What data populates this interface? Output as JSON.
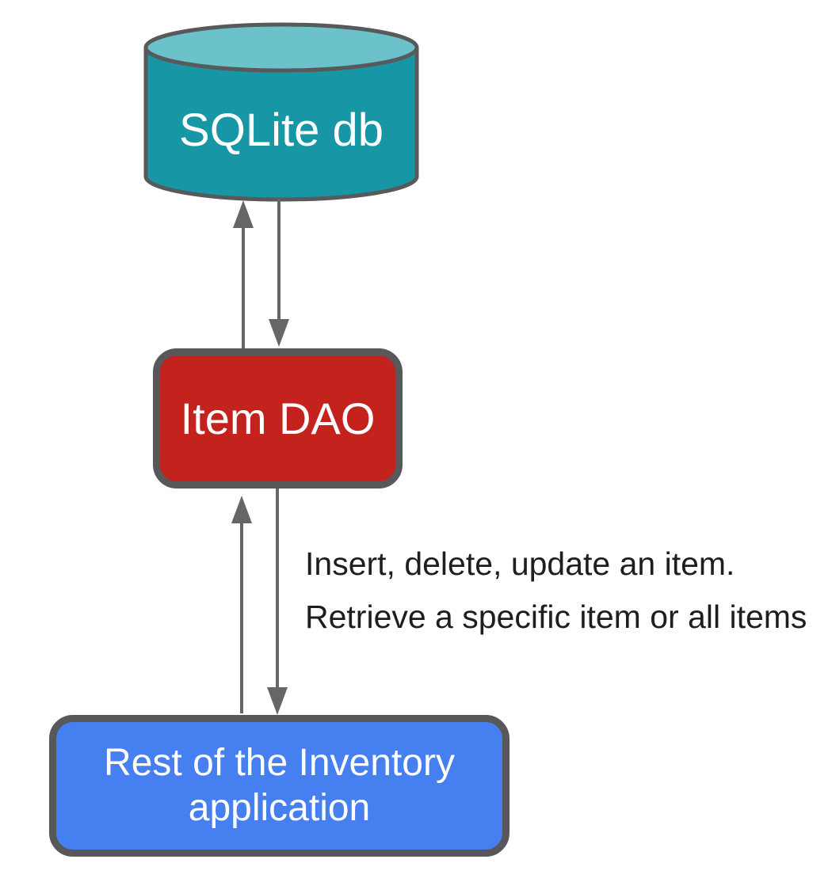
{
  "diagram": {
    "background_color": "#ffffff",
    "nodes": [
      {
        "id": "sqlite-db",
        "type": "cylinder",
        "label": "SQLite db",
        "body_fill": "#1797A6",
        "top_fill": "#6BC2CB",
        "stroke": "#58595B",
        "text_color": "#FFFFFF"
      },
      {
        "id": "item-dao",
        "type": "rounded-rectangle",
        "label": "Item DAO",
        "fill": "#C3221D",
        "stroke": "#58585B",
        "text_color": "#FFFFFF"
      },
      {
        "id": "inventory-app",
        "type": "rounded-rectangle",
        "label": "Rest of the Inventory application",
        "fill": "#467FEF",
        "stroke": "#58585B",
        "text_color": "#FFFFFF"
      }
    ],
    "edges": [
      {
        "from": "item-dao",
        "to": "sqlite-db",
        "direction": "up"
      },
      {
        "from": "sqlite-db",
        "to": "item-dao",
        "direction": "down"
      },
      {
        "from": "inventory-app",
        "to": "item-dao",
        "direction": "up"
      },
      {
        "from": "item-dao",
        "to": "inventory-app",
        "direction": "down"
      }
    ],
    "edge_color": "#666666",
    "annotation": {
      "line1": "Insert, delete, update an item.",
      "line2": "Retrieve a specific item or all items",
      "text_color": "#1E1E1E"
    }
  }
}
